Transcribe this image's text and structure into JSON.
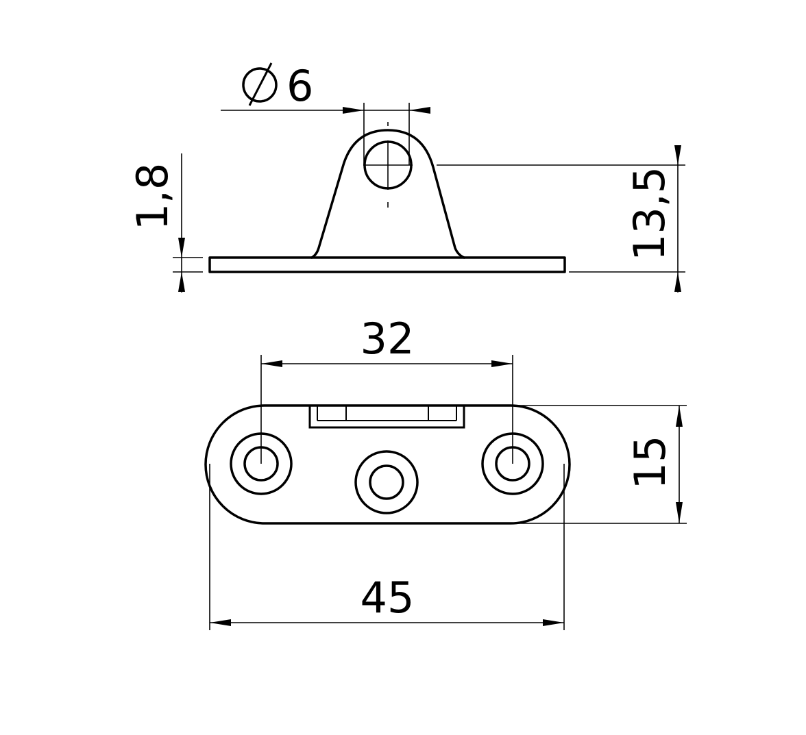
{
  "dimensions": {
    "hole_diameter": "6",
    "plate_thickness": "1,8",
    "total_height": "13,5",
    "hole_spacing": "32",
    "plate_width": "15",
    "plate_length": "45"
  },
  "colors": {
    "line": "#000000",
    "background": "#ffffff"
  },
  "icons": {
    "diameter_symbol": "diameter-icon"
  }
}
